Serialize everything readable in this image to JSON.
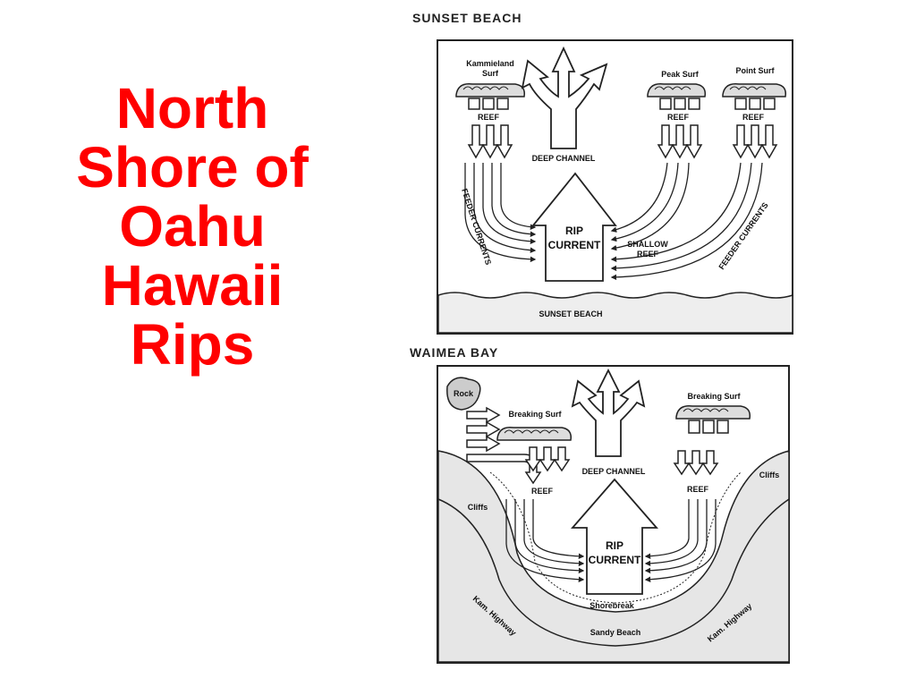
{
  "title_lines": [
    "North",
    "Shore of",
    "Oahu",
    "Hawaii",
    "Rips"
  ],
  "sunset": {
    "heading": "SUNSET BEACH",
    "kammieland_line1": "Kammieland",
    "kammieland_line2": "Surf",
    "peak_surf": "Peak Surf",
    "point_surf": "Point Surf",
    "reef": "REEF",
    "deep_channel": "DEEP CHANNEL",
    "rip_line1": "RIP",
    "rip_line2": "CURRENT",
    "feeder_currents": "FEEDER CURRENTS",
    "shallow_line1": "SHALLOW",
    "shallow_line2": "REEF",
    "beach": "SUNSET BEACH"
  },
  "waimea": {
    "heading": "WAIMEA BAY",
    "rock": "Rock",
    "breaking_surf": "Breaking Surf",
    "deep_channel": "DEEP CHANNEL",
    "reef": "REEF",
    "cliffs": "Cliffs",
    "rip_line1": "RIP",
    "rip_line2": "CURRENT",
    "shorebreak": "Shorebreak",
    "highway": "Kam. Highway",
    "beach": "Sandy Beach"
  }
}
